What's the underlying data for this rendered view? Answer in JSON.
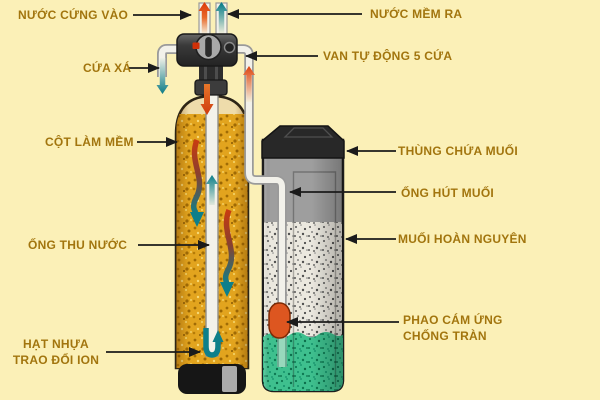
{
  "labels": {
    "hard_water_in": "NƯỚC CỨNG VÀO",
    "soft_water_out": "NƯỚC MỀM RA",
    "drain_port": "CỨA XÁ",
    "auto_valve": "VAN TỰ ĐỘNG 5 CỨA",
    "softening_column": "CỘT LÀM MỀM",
    "water_collection_tube": "ỐNG THU NƯỚC",
    "ion_exchange_resin": "HẠT NHỰA\nTRAO ĐỔI ION",
    "salt_tank": "THÙNG CHỨA MUỐI",
    "brine_suction_tube": "ỐNG HÚT MUỐI",
    "regeneration_salt": "MUỐI HOÀN NGUYÊN",
    "overflow_float": "PHAO CÁM ỨNG\nCHỐNG TRÀN"
  },
  "colors": {
    "background": "#fbf0b7",
    "label_text": "#a2750e",
    "pointer_black": "#1b1b1b",
    "arrow_red": "#dd430e",
    "arrow_teal": "#0d7f8a",
    "resin_amber": "#e2a41e",
    "tank_tan": "#eedcab",
    "valve_gray": "#3a3a3a",
    "brine_tank_gray": "#9e9e9e",
    "lid_black": "#282828",
    "salt_white": "#ebe8df",
    "brine_green": "#3ec08e",
    "float_orange": "#dd5620",
    "pipe_white": "#f2f1ea"
  }
}
